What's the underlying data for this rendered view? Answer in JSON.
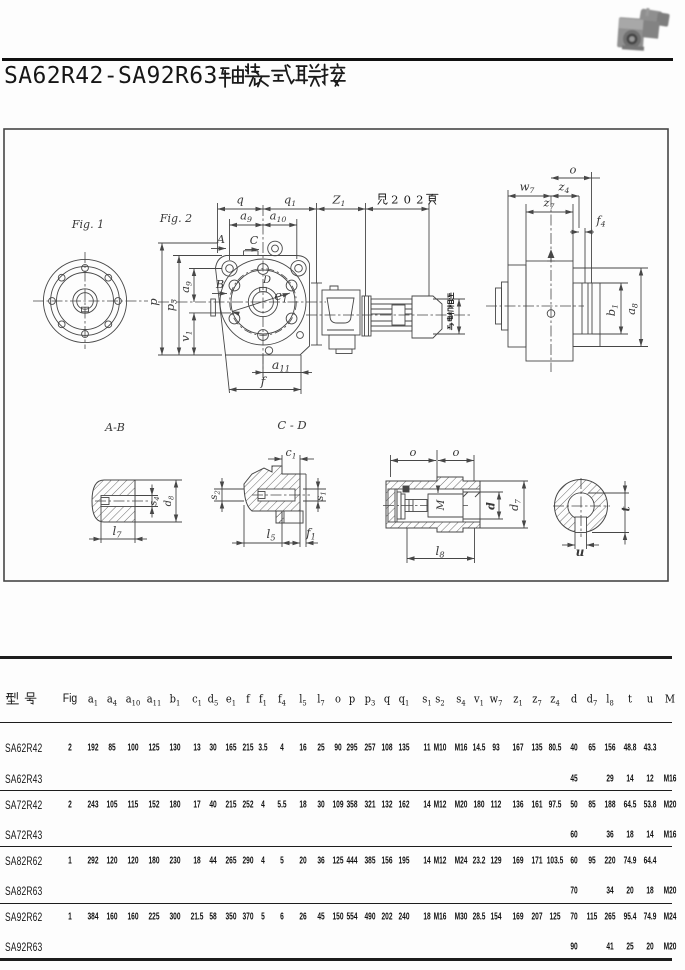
{
  "page": {
    "kind": "scanned gearbox catalog page",
    "title_latin": "SA62R42-SA92R63",
    "title_cn": "轴装式联接",
    "photo": "gearmotor-photo"
  },
  "drawing": {
    "labels": {
      "fig1": "Fig. 1",
      "fig2": "Fig. 2",
      "secAB": "A-B",
      "secCD": "C - D",
      "q": [
        "q",
        ""
      ],
      "q1": [
        "q",
        "1"
      ],
      "Z1": [
        "Z",
        "1"
      ],
      "a9h": [
        "a",
        "9"
      ],
      "a10": [
        "a",
        "10"
      ],
      "a11": [
        "a",
        "11"
      ],
      "see_page": "见202页",
      "A": "A",
      "B": "B",
      "C": "C",
      "D": "D",
      "e1": [
        "e",
        "1"
      ],
      "p": [
        "p",
        ""
      ],
      "p3": [
        "p",
        "3"
      ],
      "a9v": [
        "a",
        "9"
      ],
      "v1": [
        "v",
        "1"
      ],
      "f": [
        "f",
        ""
      ],
      "o_side": [
        "o",
        ""
      ],
      "w7": [
        "w",
        "7"
      ],
      "z4": [
        "z",
        "4"
      ],
      "z7": [
        "z",
        "7"
      ],
      "f4": [
        "f",
        "4"
      ],
      "b1": [
        "b",
        "1"
      ],
      "a8": [
        "a",
        "8"
      ],
      "motor_note": "与电机相连",
      "s4": [
        "s",
        "4"
      ],
      "d8": [
        "d",
        "8"
      ],
      "l7": [
        "l",
        "7"
      ],
      "c1": [
        "c",
        "1"
      ],
      "s2": [
        "s",
        "2"
      ],
      "s1": [
        "s",
        "1"
      ],
      "l5": [
        "l",
        "5"
      ],
      "f1": [
        "f",
        "1"
      ],
      "o_left": [
        "o",
        ""
      ],
      "o_right": [
        "o",
        ""
      ],
      "M": "M",
      "d": [
        "d",
        ""
      ],
      "d7": [
        "d",
        "7"
      ],
      "l8": [
        "l",
        "8"
      ],
      "t": [
        "t",
        ""
      ],
      "u": [
        "u",
        ""
      ]
    }
  },
  "table": {
    "columns": [
      {
        "b": "型 号",
        "s": ""
      },
      {
        "b": "Fig",
        "s": ""
      },
      {
        "b": "a",
        "s": "1"
      },
      {
        "b": "a",
        "s": "4"
      },
      {
        "b": "a",
        "s": "10"
      },
      {
        "b": "a",
        "s": "11"
      },
      {
        "b": "b",
        "s": "1"
      },
      {
        "b": "c",
        "s": "1"
      },
      {
        "b": "d",
        "s": "5"
      },
      {
        "b": "e",
        "s": "1"
      },
      {
        "b": "f",
        "s": ""
      },
      {
        "b": "f",
        "s": "1"
      },
      {
        "b": "f",
        "s": "4"
      },
      {
        "b": "l",
        "s": "5"
      },
      {
        "b": "l",
        "s": "7"
      },
      {
        "b": "o",
        "s": ""
      },
      {
        "b": "p",
        "s": ""
      },
      {
        "b": "p",
        "s": "3"
      },
      {
        "b": "q",
        "s": ""
      },
      {
        "b": "q",
        "s": "1"
      },
      {
        "b": "s",
        "s": "1"
      },
      {
        "b": "s",
        "s": "2"
      },
      {
        "b": "s",
        "s": "4"
      },
      {
        "b": "v",
        "s": "1"
      },
      {
        "b": "w",
        "s": "7"
      },
      {
        "b": "z",
        "s": "1"
      },
      {
        "b": "z",
        "s": "7"
      },
      {
        "b": "z",
        "s": "4"
      },
      {
        "b": "d",
        "s": ""
      },
      {
        "b": "d",
        "s": "7"
      },
      {
        "b": "l",
        "s": "8"
      },
      {
        "b": "t",
        "s": ""
      },
      {
        "b": "u",
        "s": ""
      },
      {
        "b": "M",
        "s": ""
      }
    ],
    "rows": [
      {
        "cells": [
          "SA62R42",
          "2",
          "192",
          "85",
          "100",
          "125",
          "130",
          "13",
          "30",
          "165",
          "215",
          "3.5",
          "4",
          "16",
          "25",
          "90",
          "295",
          "257",
          "108",
          "135",
          "11",
          "M10",
          "M16",
          "14.5",
          "93",
          "167",
          "135",
          "80.5",
          "40",
          "65",
          "156",
          "48.8",
          "43.3",
          ""
        ]
      },
      {
        "cells": [
          "SA62R43",
          "",
          "",
          "",
          "",
          "",
          "",
          "",
          "",
          "",
          "",
          "",
          "",
          "",
          "",
          "",
          "",
          "",
          "",
          "",
          "",
          "",
          "",
          "",
          "",
          "",
          "",
          "",
          "45",
          "",
          "29",
          "14",
          "12",
          "M16"
        ]
      },
      {
        "cells": [
          "SA72R42",
          "2",
          "243",
          "105",
          "115",
          "152",
          "180",
          "17",
          "40",
          "215",
          "252",
          "4",
          "5.5",
          "18",
          "30",
          "109",
          "358",
          "321",
          "132",
          "162",
          "14",
          "M12",
          "M20",
          "180",
          "112",
          "136",
          "161",
          "97.5",
          "50",
          "85",
          "188",
          "64.5",
          "53.8",
          "M20"
        ]
      },
      {
        "cells": [
          "SA72R43",
          "",
          "",
          "",
          "",
          "",
          "",
          "",
          "",
          "",
          "",
          "",
          "",
          "",
          "",
          "",
          "",
          "",
          "",
          "",
          "",
          "",
          "",
          "",
          "",
          "",
          "",
          "",
          "60",
          "",
          "36",
          "18",
          "14",
          "M16"
        ]
      },
      {
        "cells": [
          "SA82R62",
          "1",
          "292",
          "120",
          "120",
          "180",
          "230",
          "18",
          "44",
          "265",
          "290",
          "4",
          "5",
          "20",
          "36",
          "125",
          "444",
          "385",
          "156",
          "195",
          "14",
          "M12",
          "M24",
          "23.2",
          "129",
          "169",
          "171",
          "103.5",
          "60",
          "95",
          "220",
          "74.9",
          "64.4",
          ""
        ]
      },
      {
        "cells": [
          "SA82R63",
          "",
          "",
          "",
          "",
          "",
          "",
          "",
          "",
          "",
          "",
          "",
          "",
          "",
          "",
          "",
          "",
          "",
          "",
          "",
          "",
          "",
          "",
          "",
          "",
          "",
          "",
          "",
          "70",
          "",
          "34",
          "20",
          "18",
          "M20"
        ]
      },
      {
        "cells": [
          "SA92R62",
          "1",
          "384",
          "160",
          "160",
          "225",
          "300",
          "21.5",
          "58",
          "350",
          "370",
          "5",
          "6",
          "26",
          "45",
          "150",
          "554",
          "490",
          "202",
          "240",
          "18",
          "M16",
          "M30",
          "28.5",
          "154",
          "169",
          "207",
          "125",
          "70",
          "115",
          "265",
          "95.4",
          "74.9",
          "M24"
        ]
      },
      {
        "cells": [
          "SA92R63",
          "",
          "",
          "",
          "",
          "",
          "",
          "",
          "",
          "",
          "",
          "",
          "",
          "",
          "",
          "",
          "",
          "",
          "",
          "",
          "",
          "",
          "",
          "",
          "",
          "",
          "",
          "",
          "90",
          "",
          "41",
          "25",
          "20",
          "M20"
        ]
      }
    ]
  }
}
